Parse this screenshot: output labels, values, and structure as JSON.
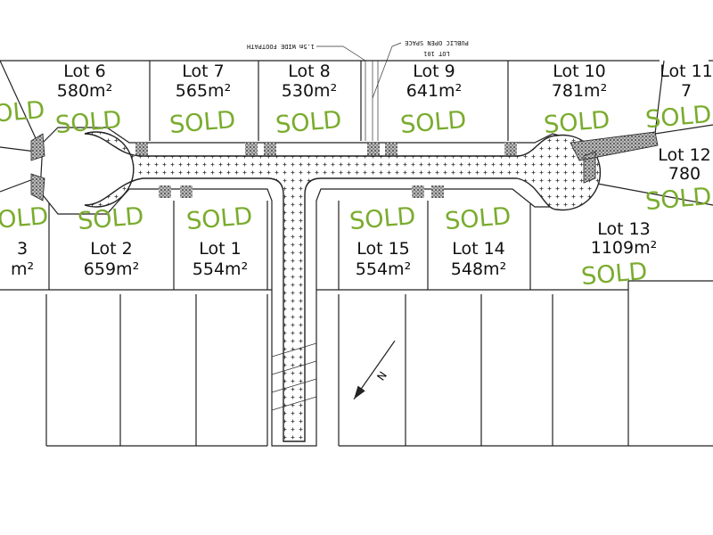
{
  "annotations": {
    "footpath": "1.5m WIDE FOOTPATH",
    "open_space": "PUBLIC OPEN SPACE",
    "lot_101": "LOT 101",
    "north": "N"
  },
  "sold_label": "SOLD",
  "lots": [
    {
      "name": "Lot 6",
      "area": "580m²",
      "status": "SOLD"
    },
    {
      "name": "Lot 7",
      "area": "565m²",
      "status": "SOLD"
    },
    {
      "name": "Lot 8",
      "area": "530m²",
      "status": "SOLD"
    },
    {
      "name": "Lot 9",
      "area": "641m²",
      "status": "SOLD"
    },
    {
      "name": "Lot 10",
      "area": "781m²",
      "status": "SOLD"
    },
    {
      "name": "Lot 11",
      "area": "7",
      "status": "SOLD"
    },
    {
      "name": "Lot 12",
      "area": "780",
      "status": "SOLD"
    },
    {
      "name": "Lot 13",
      "area": "1109m²",
      "status": "SOLD"
    },
    {
      "name": "Lot 14",
      "area": "548m²",
      "status": "SOLD"
    },
    {
      "name": "Lot 15",
      "area": "554m²",
      "status": "SOLD"
    },
    {
      "name": "Lot 1",
      "area": "554m²",
      "status": "SOLD"
    },
    {
      "name": "Lot 2",
      "area": "659m²",
      "status": "SOLD"
    },
    {
      "name": "3",
      "area": "m²",
      "status": "SOLD"
    },
    {
      "name": "",
      "area": "",
      "status": "SOLD"
    }
  ],
  "colors": {
    "sold": "#7aac2e",
    "lines": "#222222"
  }
}
